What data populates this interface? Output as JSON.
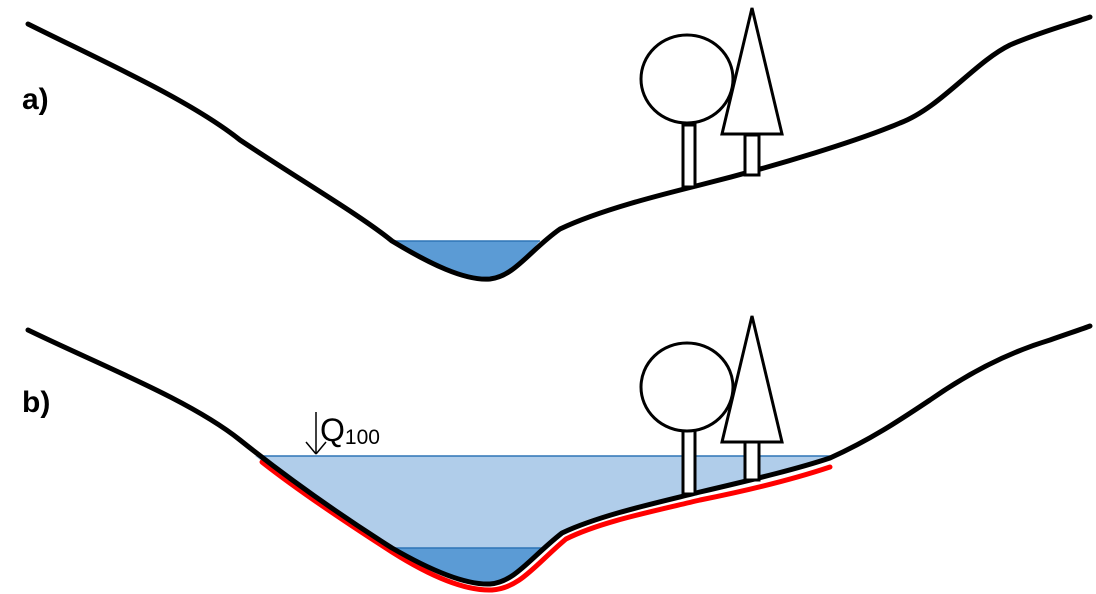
{
  "panels": [
    {
      "label": "a)"
    },
    {
      "label": "b)",
      "water_level": {
        "symbol": "Q",
        "subscript": "100"
      }
    }
  ],
  "colors": {
    "terrain": "#000000",
    "river": "#5b9bd5",
    "flood": "#b0cdea",
    "flood_line": "#2e75b6",
    "floodplain_highlight": "#ff0000",
    "tree_fill": "#ffffff"
  },
  "icons": [
    "deciduous-tree-icon",
    "conifer-tree-icon"
  ]
}
